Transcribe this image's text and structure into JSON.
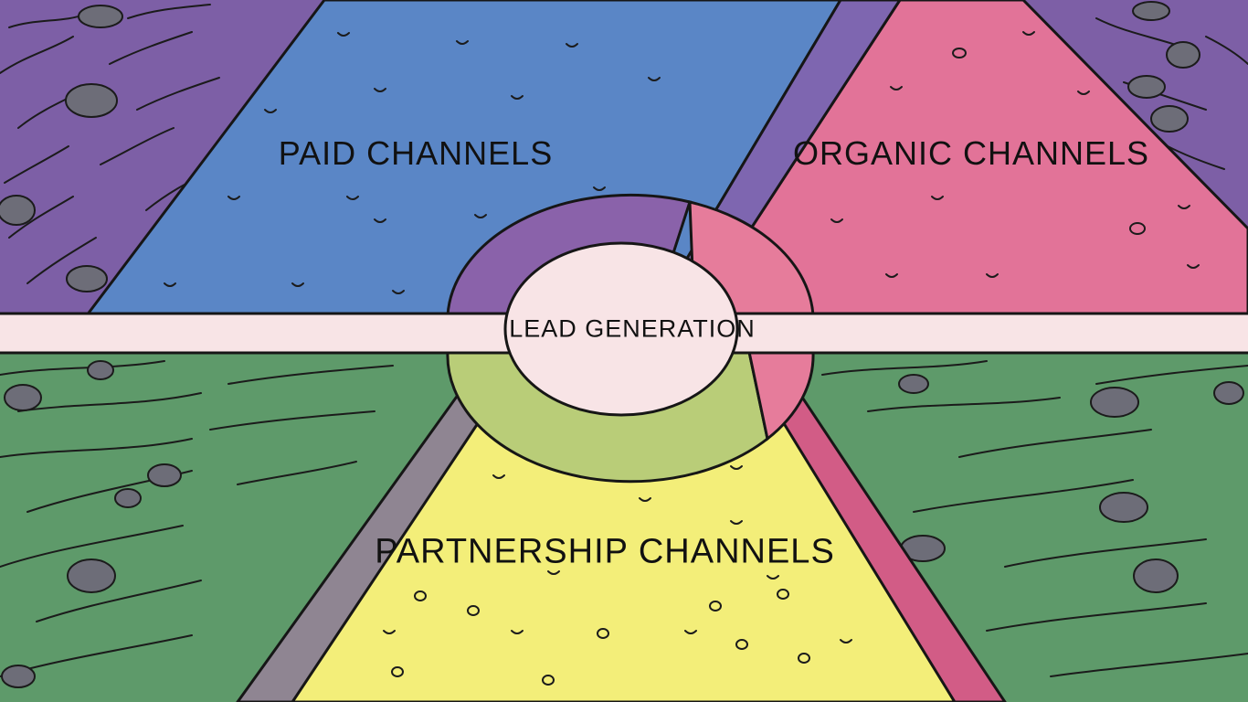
{
  "diagram": {
    "center": {
      "label": "LEAD GENERATION"
    },
    "channels": [
      {
        "id": "paid",
        "label": "PAID CHANNELS",
        "color": "#5a86c6"
      },
      {
        "id": "organic",
        "label": "ORGANIC CHANNELS",
        "color": "#e27398"
      },
      {
        "id": "partnership",
        "label": "PARTNERSHIP CHANNELS",
        "color": "#f3ee79"
      }
    ]
  },
  "palette": {
    "background_top": "#7d5fa6",
    "background_bottom": "#5e9a6a",
    "band": "#f8e4e6",
    "ring_purple": "#8a62aa",
    "ring_green": "#b9cd78",
    "ring_pink": "#e67c9b",
    "divider_purple": "#7e66b0",
    "divider_gray": "#8f8592",
    "divider_pink": "#d25c86",
    "outline": "#161616"
  }
}
